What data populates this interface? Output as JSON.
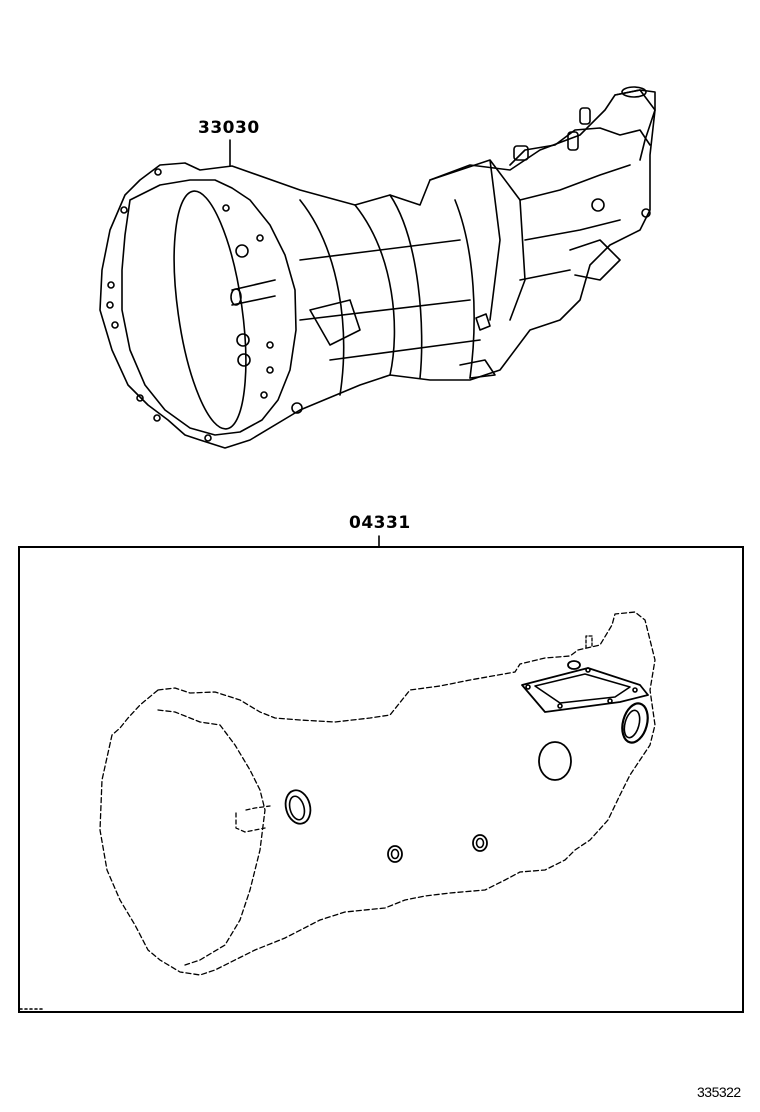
{
  "parts": [
    {
      "id": "transmission-assembly",
      "part_number": "33030"
    },
    {
      "id": "gasket-kit",
      "part_number": "04331"
    }
  ],
  "illustration_code": "335322",
  "colors": {
    "line": "#000000",
    "background": "#ffffff"
  }
}
